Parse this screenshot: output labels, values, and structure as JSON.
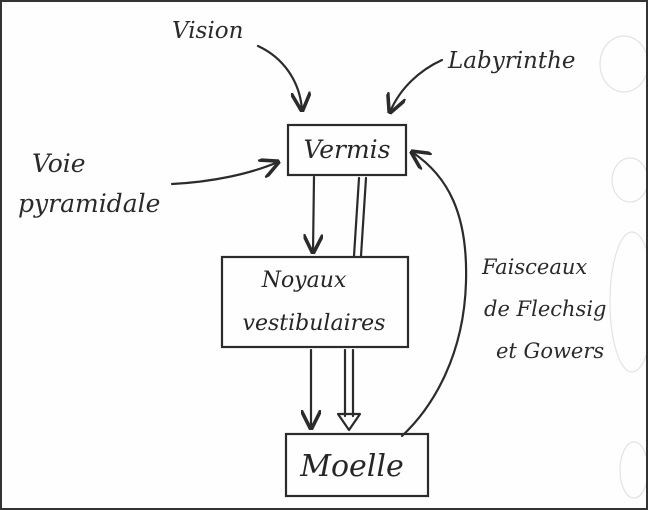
{
  "diagram": {
    "nodes": {
      "vermis": "Vermis",
      "noyaux_line1": "Noyaux",
      "noyaux_line2": "vestibulaires",
      "moelle": "Moelle"
    },
    "inputs": {
      "vision": "Vision",
      "labyrinthe": "Labyrinthe",
      "voie_line1": "Voie",
      "voie_line2": "pyramidale"
    },
    "feedback": {
      "line1": "Faisceaux",
      "line2": "de Flechsig",
      "line3": "et Gowers"
    }
  },
  "colors": {
    "ink": "#2b2b2b",
    "paper": "#fefefe",
    "frame": "#333333"
  }
}
